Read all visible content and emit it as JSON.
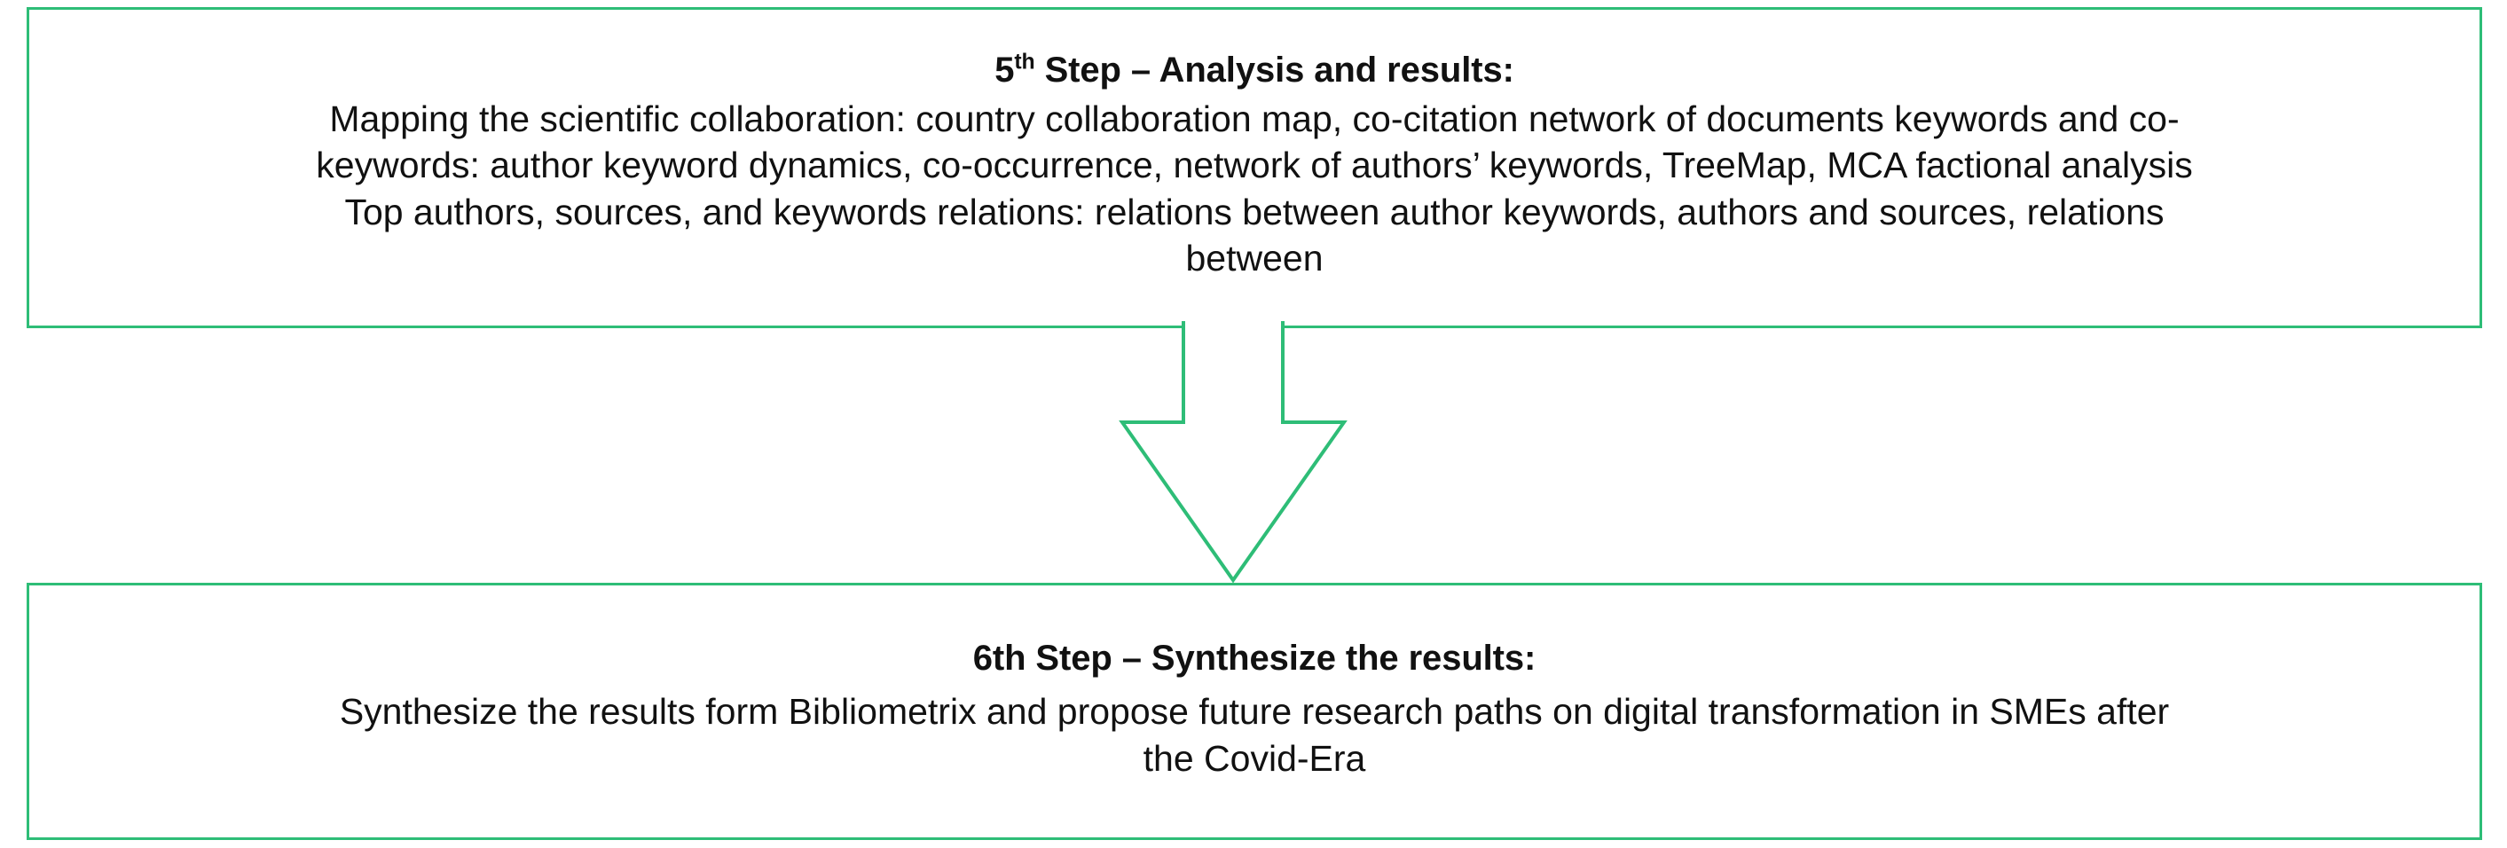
{
  "diagram": {
    "accent_color": "#2ebd77",
    "text_color": "#111111",
    "background": "#ffffff",
    "steps": [
      {
        "id": "analysis",
        "number": "5",
        "ordinal_suffix": "th",
        "title_rest": " Step – Analysis and results:",
        "title_full": "5th  Step – Analysis and results:",
        "body_lines": [
          "Mapping the scientific collaboration: country collaboration map, co-citation network of documents keywords and co-",
          "keywords: author keyword dynamics, co-occurrence, network of authors’ keywords, TreeMap, MCA factional analysis",
          "Top authors, sources, and keywords relations: relations between author keywords, authors and sources, relations",
          "between"
        ]
      },
      {
        "id": "synthesize",
        "title_full": "6th Step –  Synthesize the results:",
        "body_lines": [
          "Synthesize the results form Bibliometrix and propose future research paths  on digital transformation in SMEs after",
          "the Covid-Era"
        ]
      }
    ],
    "connector": {
      "name": "down-arrow",
      "direction": "down",
      "style": "outlined"
    }
  }
}
